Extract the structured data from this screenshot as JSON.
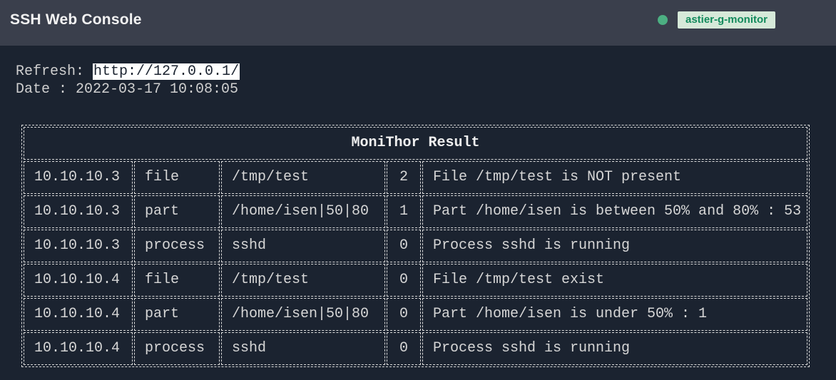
{
  "header": {
    "title": "SSH Web Console",
    "badge": "astier-g-monitor"
  },
  "console": {
    "refresh_label": "Refresh: ",
    "refresh_url": "http://127.0.0.1/",
    "date_line": "Date : 2022-03-17 10:08:05"
  },
  "table": {
    "title": "MoniThor Result",
    "rows": [
      [
        "10.10.10.3",
        "file",
        "/tmp/test",
        "2",
        "File /tmp/test is NOT present"
      ],
      [
        "10.10.10.3",
        "part",
        "/home/isen|50|80",
        "1",
        "Part /home/isen is between 50% and 80% : 53"
      ],
      [
        "10.10.10.3",
        "process",
        "sshd",
        "0",
        "Process sshd is running"
      ],
      [
        "10.10.10.4",
        "file",
        "/tmp/test",
        "0",
        "File /tmp/test exist"
      ],
      [
        "10.10.10.4",
        "part",
        "/home/isen|50|80",
        "0",
        "Part /home/isen is under 50% : 1"
      ],
      [
        "10.10.10.4",
        "process",
        "sshd",
        "0",
        "Process sshd is running"
      ]
    ]
  },
  "colors": {
    "topbar_bg": "#3a3f4c",
    "page_bg": "#1b2330",
    "status_dot": "#4caf82",
    "badge_bg": "#d6e9d9",
    "badge_text": "#128a5c",
    "table_border": "#d9d9d9",
    "text": "#d6d6d6"
  }
}
